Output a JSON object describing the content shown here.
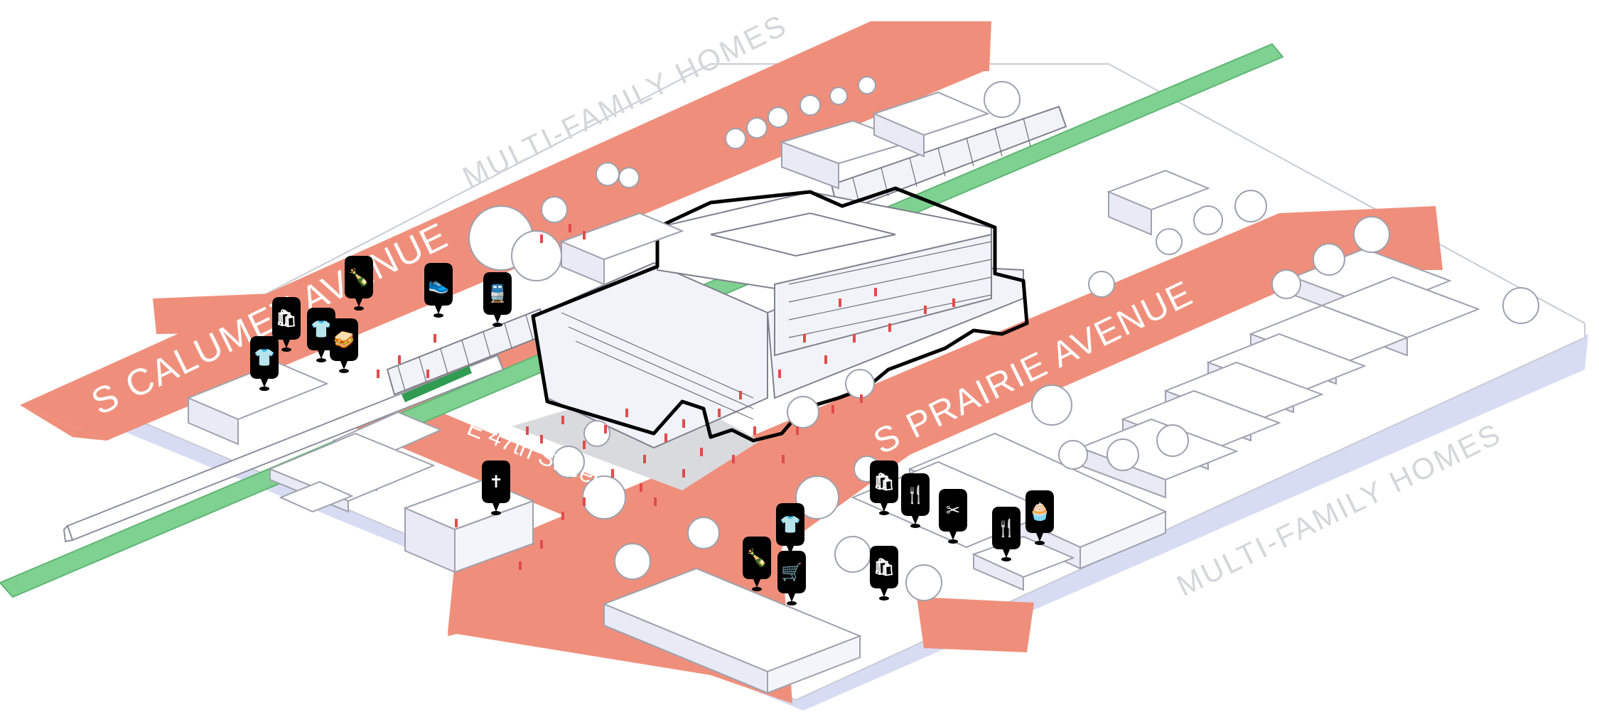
{
  "streets": {
    "calumet": "S CALUMET AVENUE",
    "prairie": "S PRAIRIE AVENUE",
    "e47th": "E 47th Street"
  },
  "neighborhoods": {
    "north": "MULTI-FAMILY HOMES",
    "south": "MULTI-FAMILY HOMES"
  },
  "colors": {
    "road": "#ef8f7b",
    "rail": "#7fd192",
    "shadow": "#d8dcf3",
    "people": "#e24b4b",
    "pin": "#000000"
  },
  "amenities": [
    {
      "name": "clothing-pin",
      "icon": "tshirt-icon",
      "glyph": "👕"
    },
    {
      "name": "shopping-bag-pin",
      "icon": "bag-icon",
      "glyph": "🛍"
    },
    {
      "name": "liquor-pin",
      "icon": "bottle-icon",
      "glyph": "🍾"
    },
    {
      "name": "shoe-store-pin",
      "icon": "sneaker-icon",
      "glyph": "👟"
    },
    {
      "name": "clothing-pin-2",
      "icon": "tshirt-icon",
      "glyph": "👕"
    },
    {
      "name": "sandwich-pin",
      "icon": "sandwich-icon",
      "glyph": "🥪"
    },
    {
      "name": "clothing-pin-3",
      "icon": "tshirt-icon",
      "glyph": "👕"
    },
    {
      "name": "transit-pin",
      "icon": "train-icon",
      "glyph": "🚆"
    },
    {
      "name": "church-pin",
      "icon": "cross-icon",
      "glyph": "✝"
    },
    {
      "name": "shopping-bag-pin-2",
      "icon": "bag-icon",
      "glyph": "🛍"
    },
    {
      "name": "restaurant-pin",
      "icon": "fork-knife-icon",
      "glyph": "🍴"
    },
    {
      "name": "barber-pin",
      "icon": "scissors-icon",
      "glyph": "✂"
    },
    {
      "name": "restaurant-pin-2",
      "icon": "fork-knife-icon",
      "glyph": "🍴"
    },
    {
      "name": "bakery-pin",
      "icon": "cupcake-icon",
      "glyph": "🧁"
    },
    {
      "name": "clothing-pin-4",
      "icon": "tshirt-icon",
      "glyph": "👕"
    },
    {
      "name": "liquor-pin-2",
      "icon": "bottle-icon",
      "glyph": "🍾"
    },
    {
      "name": "grocery-pin",
      "icon": "cart-icon",
      "glyph": "🛒"
    },
    {
      "name": "shopping-bag-pin-3",
      "icon": "bag-icon",
      "glyph": "🛍"
    }
  ]
}
